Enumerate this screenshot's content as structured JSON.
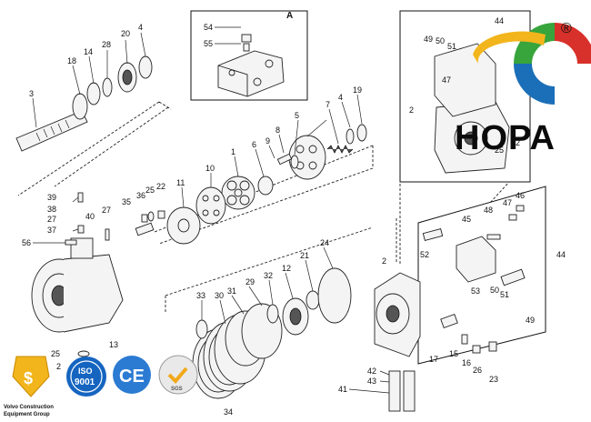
{
  "callouts": {
    "p1": "1",
    "p2a": "2",
    "p2b": "2",
    "p2c": "2",
    "p3": "3",
    "p4a": "4",
    "p4b": "4",
    "p5": "5",
    "p6": "6",
    "p7": "7",
    "p8": "8",
    "p9": "9",
    "p10": "10",
    "p11": "11",
    "p12": "12",
    "p13": "13",
    "p14": "14",
    "p15": "15",
    "p16": "16",
    "p17": "17",
    "p18": "18",
    "p19": "19",
    "p20": "20",
    "p21": "21",
    "p22a": "22",
    "p22b": "22",
    "p23": "23",
    "p24": "24",
    "p25a": "25",
    "p25b": "25",
    "p25c": "25",
    "p26": "26",
    "p27a": "27",
    "p27b": "27",
    "p28": "28",
    "p29": "29",
    "p30": "30",
    "p31": "31",
    "p32": "32",
    "p33": "33",
    "p34": "34",
    "p35": "35",
    "p36": "36",
    "p37": "37",
    "p38": "38",
    "p39": "39",
    "p40": "40",
    "p41": "41",
    "p42": "42",
    "p43": "43",
    "p44a": "44",
    "p44b": "44",
    "p45": "45",
    "p46": "46",
    "p47a": "47",
    "p47b": "47",
    "p48": "48",
    "p49a": "49",
    "p49b": "49",
    "p50a": "50",
    "p50b": "50",
    "p51a": "51",
    "p51b": "51",
    "p52": "52",
    "p53": "53",
    "p54": "54",
    "p55": "55",
    "p56": "56"
  },
  "detail_a_title": "A",
  "brand": {
    "logo_text": "HOPA",
    "registered": "®",
    "footer_line1": "Volvo Construction",
    "footer_line2": "Equipment Group",
    "iso_top": "ISO",
    "iso_num": "9001",
    "ce": "CE",
    "sgs": "SGS"
  },
  "colors": {
    "accent_blue": "#1b6fb8",
    "logo_green": "#38a43c",
    "logo_red": "#d8302a",
    "logo_yellow": "#f2b51b",
    "iso_blue": "#1565c0"
  }
}
